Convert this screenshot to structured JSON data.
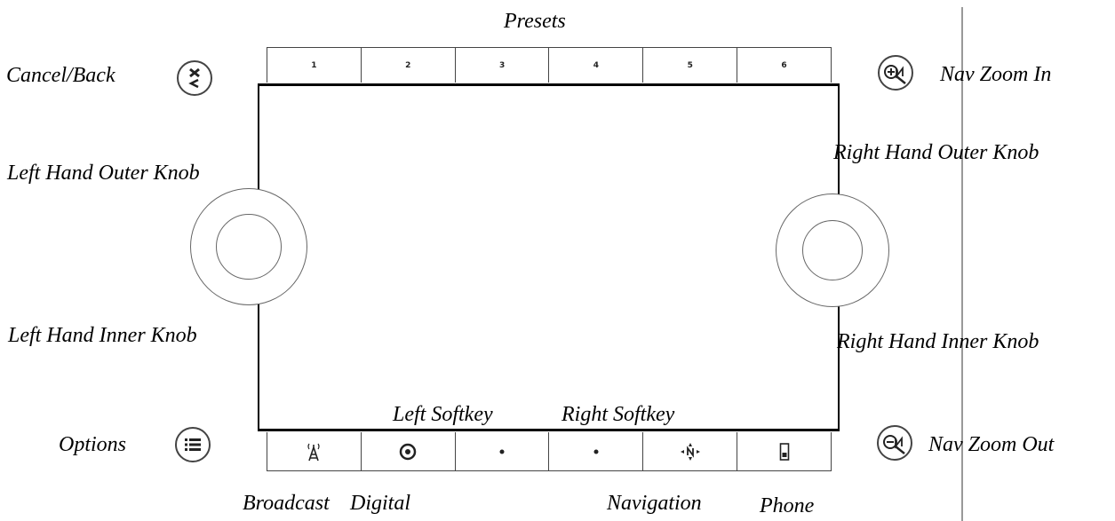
{
  "labels": {
    "presets": "Presets",
    "cancel_back": "Cancel/Back",
    "nav_zoom_in": "Nav Zoom In",
    "left_outer": "Left Hand Outer Knob",
    "right_outer": "Right Hand Outer Knob",
    "left_inner": "Left Hand Inner Knob",
    "right_inner": "Right Hand Inner Knob",
    "left_softkey": "Left Softkey",
    "right_softkey": "Right Softkey",
    "options": "Options",
    "nav_zoom_out": "Nav Zoom Out",
    "broadcast": "Broadcast",
    "digital": "Digital",
    "navigation": "Navigation",
    "phone": "Phone"
  },
  "presets": [
    "1",
    "2",
    "3",
    "4",
    "5",
    "6"
  ],
  "bottom_buttons": [
    {
      "icon": "antenna-icon"
    },
    {
      "icon": "disc-icon"
    },
    {
      "icon": "dot-icon"
    },
    {
      "icon": "dot-icon"
    },
    {
      "icon": "compass-icon"
    },
    {
      "icon": "phone-icon"
    }
  ]
}
